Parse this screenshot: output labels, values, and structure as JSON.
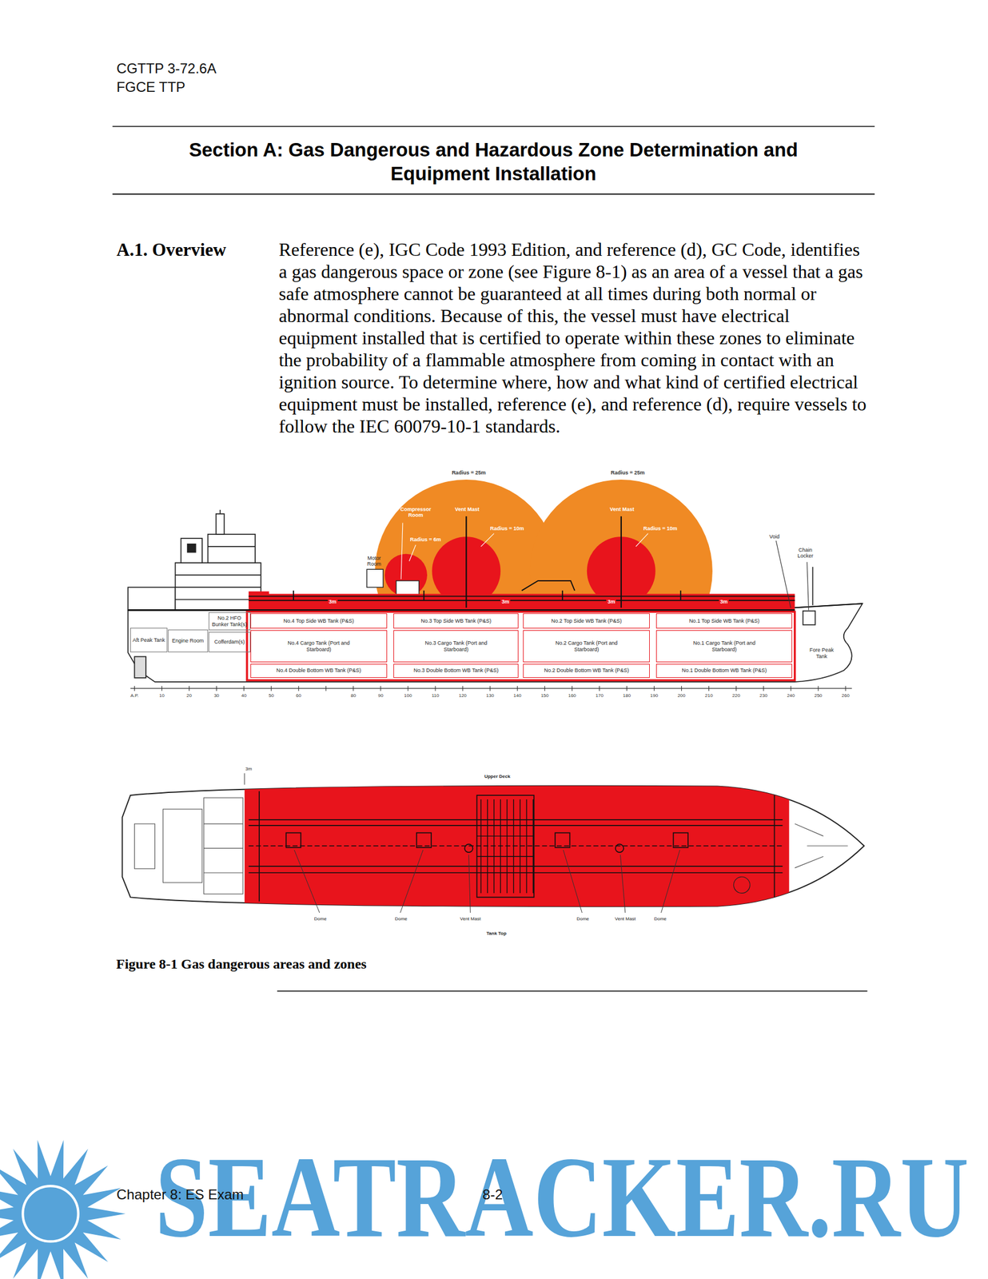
{
  "diagram": {
    "title": "Section A: Gas Dangerous and Hazardous Zone Determination and Equipment Installation",
    "caption": "Figure 8-1 Gas dangerous areas and zones",
    "nodes": [
      {
        "text": [
          "Aft Peak Tank"
        ]
      },
      {
        "text": [
          "Engine Room"
        ]
      },
      {
        "text": [
          "No.2 HFO Bunker Tank(s)"
        ]
      },
      {
        "text": [
          "Cofferdam(s)"
        ]
      },
      {
        "text": [
          "No.4 Top Side WB Tank (P&S)"
        ]
      },
      {
        "text": [
          "No.4 Cargo Tank (Port and Starboard)"
        ]
      },
      {
        "text": [
          "No.4 Double Bottom WB Tank (P&S)"
        ]
      },
      {
        "text": [
          "No.3 Top Side WB Tank (P&S)"
        ]
      },
      {
        "text": [
          "No.3 Cargo Tank (Port and Starboard)"
        ]
      },
      {
        "text": [
          "No.3 Double Bottom WB Tank (P&S)"
        ]
      },
      {
        "text": [
          "No.2 Top Side WB Tank (P&S)"
        ]
      },
      {
        "text": [
          "No.2 Cargo Tank (Port and Starboard)"
        ]
      },
      {
        "text": [
          "No.2 Double Bottom WB Tank (P&S)"
        ]
      },
      {
        "text": [
          "No.1 Top Side WB Tank (P&S)"
        ]
      },
      {
        "text": [
          "No.1 Cargo Tank (Port and Starboard)"
        ]
      },
      {
        "text": [
          "No.1 Double Bottom WB Tank (P&S)"
        ]
      },
      {
        "text": [
          "Fore Peak Tank"
        ]
      }
    ],
    "labels": [
      "CGTTP 3-72.6A",
      "FGCE TTP",
      "A.1. Overview",
      "Reference (e), IGC Code 1993 Edition, and reference (d), GC Code, identifies a gas dangerous space or zone (see Figure 8-1) as an area of a vessel that a gas safe atmosphere cannot be guaranteed at all times during both normal or abnormal conditions. Because of this, the vessel must have electrical equipment installed that is certified to operate within these zones to eliminate the probability of a flammable atmosphere from coming in contact with an ignition source. To determine where, how and what kind of certified electrical equipment must be installed, reference (e), and reference (d), require vessels to follow the IEC 60079-10-1 standards.",
      "Radius = 25m",
      "Radius = 25m",
      "Compressor Room",
      "Vent Mast",
      "Vent Mast",
      "Radius = 10m",
      "Radius = 10m",
      "Radius = 6m",
      "Motor Room",
      "Void",
      "Chain Locker",
      "3m",
      "3m",
      "3m",
      "3m",
      "A.P.",
      "10",
      "20",
      "30",
      "40",
      "50",
      "60",
      "80",
      "90",
      "100",
      "110",
      "120",
      "130",
      "140",
      "150",
      "160",
      "170",
      "180",
      "190",
      "200",
      "210",
      "220",
      "230",
      "240",
      "250",
      "260",
      "3m",
      "Upper Deck",
      "Dome",
      "Dome",
      "Vent Mast",
      "Dome",
      "Vent Mast",
      "Dome",
      "Tank Top",
      "Chapter 8: ES Exam",
      "8-2",
      "SEATRACKER.RU"
    ]
  }
}
